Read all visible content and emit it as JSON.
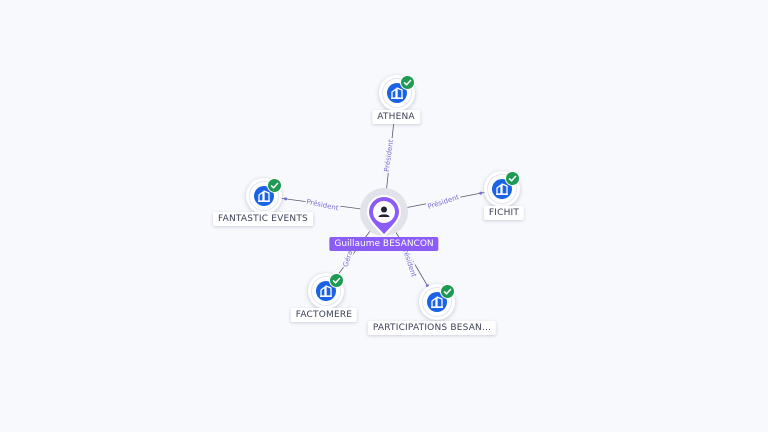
{
  "center": {
    "name": "Guillaume BESANCON",
    "icon": "person-icon",
    "color": "#8b5cf6"
  },
  "companies": [
    {
      "name": "ATHENA",
      "relation": "Président",
      "icon": "company-building-icon",
      "verified": true
    },
    {
      "name": "FICHIT",
      "relation": "Président",
      "icon": "company-building-icon",
      "verified": true
    },
    {
      "name": "PARTICIPATIONS BESAN...",
      "relation": "Président",
      "icon": "company-building-icon",
      "verified": true
    },
    {
      "name": "FACTOMERE",
      "relation": "Gérant",
      "icon": "company-building-icon",
      "verified": true
    },
    {
      "name": "FANTASTIC EVENTS",
      "relation": "Président",
      "icon": "company-building-icon",
      "verified": true
    }
  ],
  "colors": {
    "company": "#1a63e6",
    "verified": "#1f9a52",
    "edge": "#555a6e",
    "edge_label": "#7a6fd6"
  }
}
